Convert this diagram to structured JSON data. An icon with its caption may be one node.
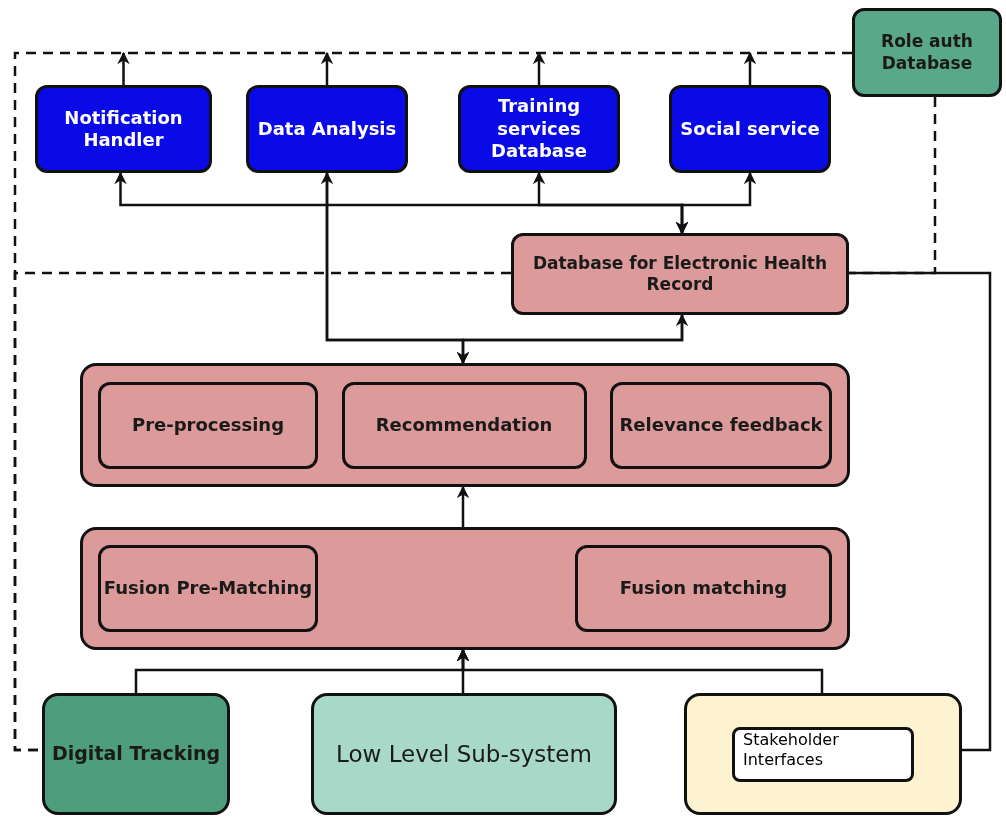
{
  "diagram": {
    "nodes": [
      {
        "text": [
          "Notification Handler"
        ]
      },
      {
        "text": [
          "Data Analysis"
        ]
      },
      {
        "text": [
          "Training services Database"
        ]
      },
      {
        "text": [
          "Social service"
        ]
      },
      {
        "text": [
          "Role auth Database"
        ]
      },
      {
        "text": [
          "Database for Electronic Health Record"
        ]
      },
      {
        "text": [],
        "shape": "box"
      },
      {
        "text": [
          "Pre-processing"
        ],
        "in": 6
      },
      {
        "text": [
          "Recommendation"
        ],
        "in": 6
      },
      {
        "text": [
          "Relevance feedback"
        ],
        "in": 6
      },
      {
        "text": [],
        "shape": "box"
      },
      {
        "text": [
          "Fusion Pre-Matching"
        ],
        "in": 10
      },
      {
        "text": [
          "Fusion matching"
        ],
        "in": 10
      },
      {
        "text": [
          "Digital Tracking"
        ]
      },
      {
        "text": [
          "Low Level Sub-system"
        ]
      },
      {
        "text": [],
        "shape": "box"
      },
      {
        "text": [
          "Stakeholder Interfaces"
        ],
        "in": 15
      }
    ],
    "edges": [
      {
        "from": 0,
        "to": null,
        "arrow": "to"
      },
      {
        "from": 1,
        "to": null,
        "arrow": "to"
      },
      {
        "from": 2,
        "to": null,
        "arrow": "to"
      },
      {
        "from": 3,
        "to": null,
        "arrow": "to"
      },
      {
        "from": 5,
        "to": 0,
        "arrow": "both"
      },
      {
        "from": 5,
        "to": 2,
        "arrow": "both"
      },
      {
        "from": 5,
        "to": 3,
        "arrow": "both"
      },
      {
        "from": 1,
        "to": 5,
        "arrow": "both"
      },
      {
        "from": 1,
        "to": 6,
        "arrow": "to"
      },
      {
        "from": 5,
        "to": 6,
        "arrow": "to"
      },
      {
        "from": 10,
        "to": 6,
        "arrow": "to"
      },
      {
        "from": 13,
        "to": 10,
        "arrow": "to"
      },
      {
        "from": 14,
        "to": 10,
        "arrow": "to"
      },
      {
        "from": 15,
        "to": 10,
        "arrow": "to"
      },
      {
        "from": 5,
        "to": 15,
        "arrow": "none"
      },
      {
        "from": 4,
        "to": 13,
        "arrow": "none",
        "style": "dashed"
      },
      {
        "from": 4,
        "to": 5,
        "arrow": "none",
        "style": "dashed"
      },
      {
        "from": 5,
        "to": 13,
        "arrow": "none",
        "style": "dashed"
      }
    ]
  }
}
